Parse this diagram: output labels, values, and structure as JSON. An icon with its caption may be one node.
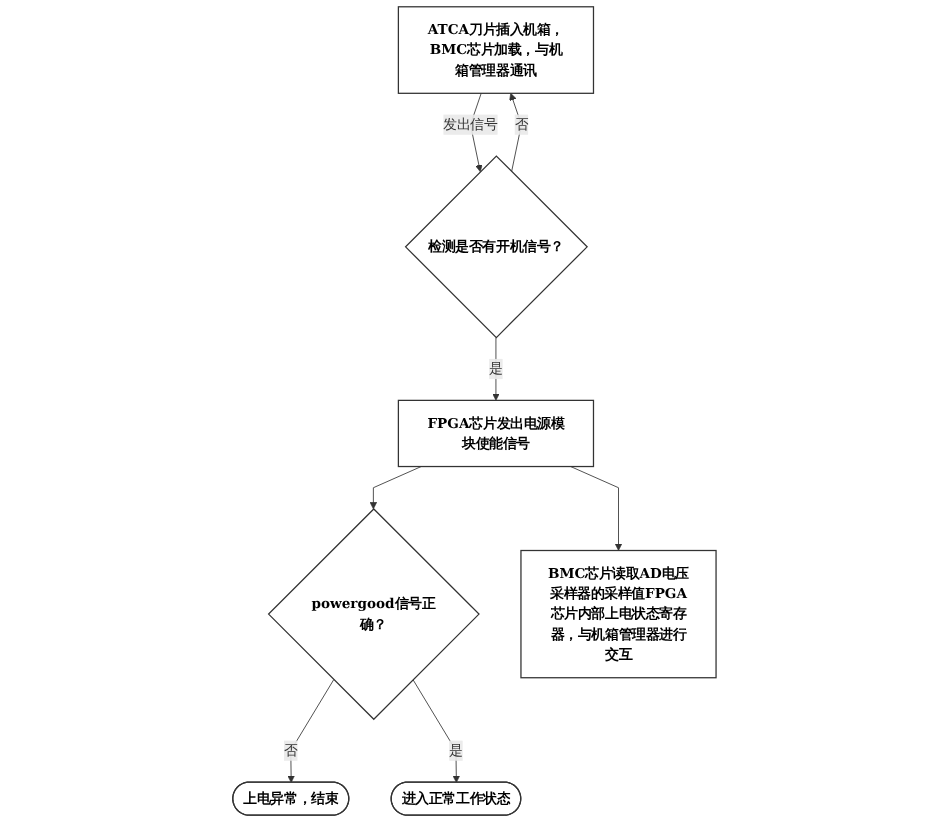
{
  "diagram": {
    "nodes": [
      {
        "text": [
          "ATCA刀片插入机箱，BMC芯片加载，与机箱管理器通讯"
        ]
      },
      {
        "text": [
          "检测是否有开机信号？"
        ]
      },
      {
        "text": [
          "FPGA芯片发出电源模块使能信号"
        ]
      },
      {
        "text": [
          "powergood信号正确？"
        ]
      },
      {
        "text": [
          "上电异常，结束"
        ]
      },
      {
        "text": [
          "进入正常工作状态"
        ]
      },
      {
        "text": [
          "BMC芯片读取AD电压采样器的采样值FPGA芯片内部上电状态寄存器，与机箱管理器进行交互"
        ]
      }
    ],
    "edges": [
      {
        "from": 0,
        "to": 1,
        "arrow": "to",
        "label": "发出信号"
      },
      {
        "from": 1,
        "to": 0,
        "arrow": "to",
        "label": "否"
      },
      {
        "from": 1,
        "to": 2,
        "arrow": "to",
        "label": "是"
      },
      {
        "from": 2,
        "to": 3,
        "arrow": "to"
      },
      {
        "from": 2,
        "to": 6,
        "arrow": "to"
      },
      {
        "from": 3,
        "to": 4,
        "arrow": "to",
        "label": "否"
      },
      {
        "from": 3,
        "to": 5,
        "arrow": "to",
        "label": "是"
      }
    ]
  }
}
